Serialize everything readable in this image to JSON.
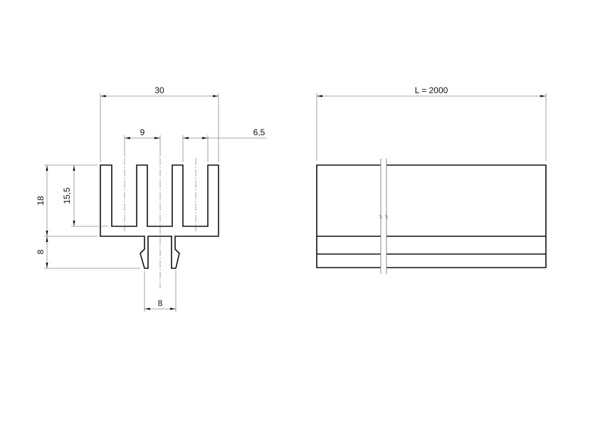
{
  "drawing": {
    "type": "technical-drawing",
    "subject": "heatsink-profile",
    "colors": {
      "outline": "#111111",
      "dimension": "#8a8a8a",
      "background": "#ffffff"
    }
  },
  "profile_view": {
    "dimensions": {
      "overall_width": "30",
      "fin_pitch": "9",
      "fin_offset": "6,5",
      "total_height": "18",
      "fin_height": "15,5",
      "leg_height": "8",
      "leg_width": "8"
    }
  },
  "side_view": {
    "dimensions": {
      "length": "L = 2000"
    }
  }
}
